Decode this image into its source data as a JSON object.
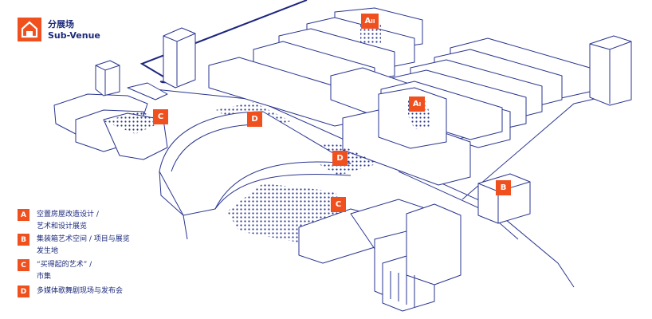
{
  "header": {
    "title": "分展场",
    "subtitle": "Sub-Venue",
    "icon": "house-icon"
  },
  "markers": {
    "a2": "A",
    "a2_sub": "II",
    "a1": "A",
    "a1_sub": "I",
    "b": "B",
    "c1": "C",
    "c2": "C",
    "d1": "D",
    "d2": "D"
  },
  "legend": [
    {
      "key": "A",
      "text": "空置房屋改造设计 /\n艺术和设计展览"
    },
    {
      "key": "B",
      "text": "集装箱艺术空间 / 项目与展览\n发生地"
    },
    {
      "key": "C",
      "text": "“买得起的艺术” /\n市集"
    },
    {
      "key": "D",
      "text": "多媒体歌舞剧现场与发布会"
    }
  ],
  "colors": {
    "accent": "#f0501e",
    "line": "#2a3690",
    "text": "#1c2a7a"
  }
}
